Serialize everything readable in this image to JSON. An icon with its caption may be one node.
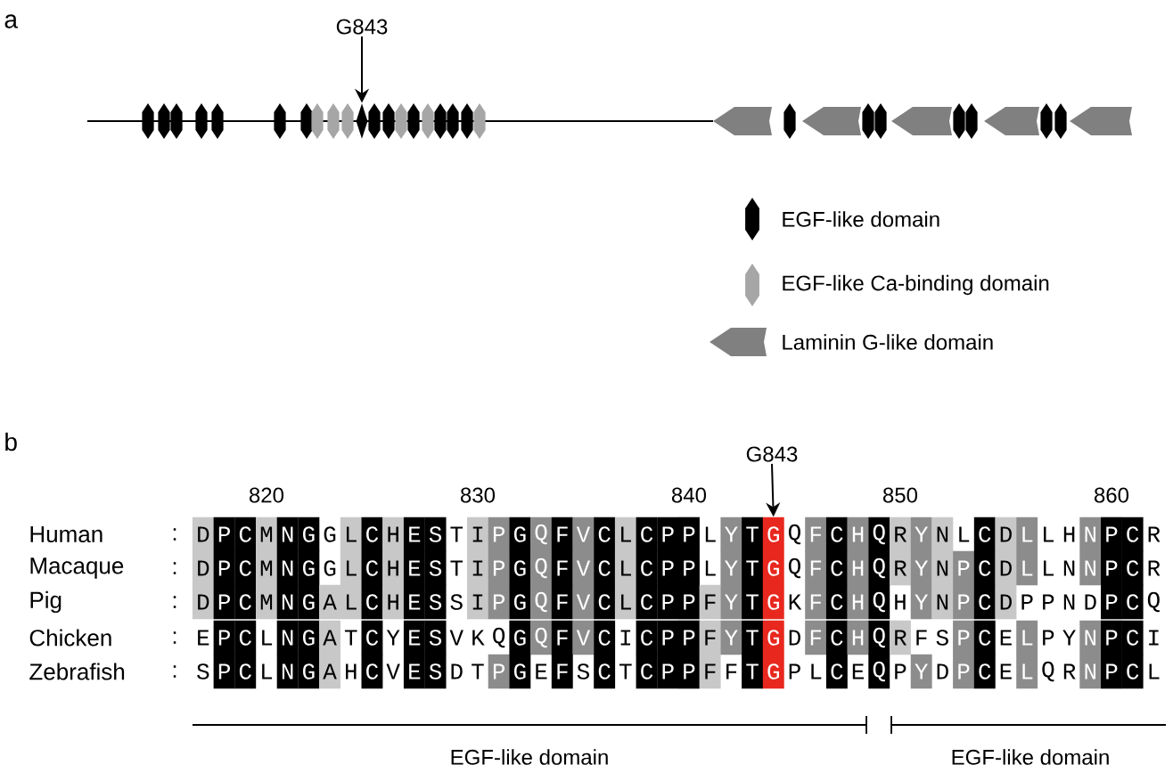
{
  "diagram": {
    "nodes": [
      {
        "text": [
          "G843"
        ]
      },
      {
        "text": [],
        "shape": "diamond"
      },
      {
        "text": [
          "G843"
        ]
      },
      {
        "text": [
          "G"
        ]
      }
    ],
    "edges": [
      {
        "from": 0,
        "to": 1,
        "arrow": "to"
      },
      {
        "from": 2,
        "to": 3,
        "arrow": "to"
      }
    ],
    "labels": [
      "a",
      "b",
      "820",
      "830",
      "840",
      "850",
      "860",
      "Human",
      ":",
      "D",
      "P",
      "C",
      "M",
      "N",
      "G",
      "G",
      "L",
      "C",
      "H",
      "E",
      "S",
      "T",
      "I",
      "P",
      "G",
      "Q",
      "F",
      "V",
      "C",
      "L",
      "C",
      "P",
      "P",
      "L",
      "Y",
      "T",
      "Q",
      "F",
      "C",
      "H",
      "Q",
      "R",
      "Y",
      "N",
      "L",
      "C",
      "D",
      "L",
      "L",
      "H",
      "N",
      "P",
      "C",
      "R",
      "Macaque",
      ":",
      "D",
      "P",
      "C",
      "M",
      "N",
      "G",
      "G",
      "L",
      "C",
      "H",
      "E",
      "S",
      "T",
      "I",
      "P",
      "G",
      "Q",
      "F",
      "V",
      "C",
      "L",
      "C",
      "P",
      "P",
      "L",
      "Y",
      "T",
      "G",
      "Q",
      "F",
      "C",
      "H",
      "Q",
      "R",
      "Y",
      "N",
      "P",
      "C",
      "D",
      "L",
      "L",
      "N",
      "N",
      "P",
      "C",
      "R",
      "Pig",
      ":",
      "D",
      "P",
      "C",
      "M",
      "N",
      "G",
      "A",
      "L",
      "C",
      "H",
      "E",
      "S",
      "S",
      "I",
      "P",
      "G",
      "Q",
      "F",
      "V",
      "C",
      "L",
      "C",
      "P",
      "P",
      "F",
      "Y",
      "T",
      "G",
      "K",
      "F",
      "C",
      "H",
      "Q",
      "H",
      "Y",
      "N",
      "P",
      "C",
      "D",
      "P",
      "P",
      "N",
      "D",
      "P",
      "C",
      "Q",
      "Chicken",
      ":",
      "E",
      "P",
      "C",
      "L",
      "N",
      "G",
      "A",
      "T",
      "C",
      "Y",
      "E",
      "S",
      "V",
      "K",
      "Q",
      "G",
      "Q",
      "F",
      "V",
      "C",
      "I",
      "C",
      "P",
      "P",
      "F",
      "Y",
      "T",
      "G",
      "D",
      "F",
      "C",
      "H",
      "Q",
      "R",
      "F",
      "S",
      "P",
      "C",
      "E",
      "L",
      "P",
      "Y",
      "N",
      "P",
      "C",
      "I",
      "Zebrafish",
      ":",
      "S",
      "P",
      "C",
      "L",
      "N",
      "G",
      "A",
      "H",
      "C",
      "V",
      "E",
      "S",
      "D",
      "T",
      "P",
      "G",
      "E",
      "F",
      "S",
      "C",
      "T",
      "C",
      "P",
      "P",
      "F",
      "F",
      "T",
      "G",
      "P",
      "L",
      "C",
      "E",
      "Q",
      "P",
      "Y",
      "D",
      "P",
      "C",
      "E",
      "L",
      "Q",
      "R",
      "N",
      "P",
      "C",
      "L",
      "EGF-like domain",
      "EGF-like domain"
    ],
    "legend": [
      {
        "text": "EGF-like domain"
      },
      {
        "text": "EGF-like Ca-binding domain"
      },
      {
        "text": "Laminin G-like domain"
      }
    ]
  }
}
